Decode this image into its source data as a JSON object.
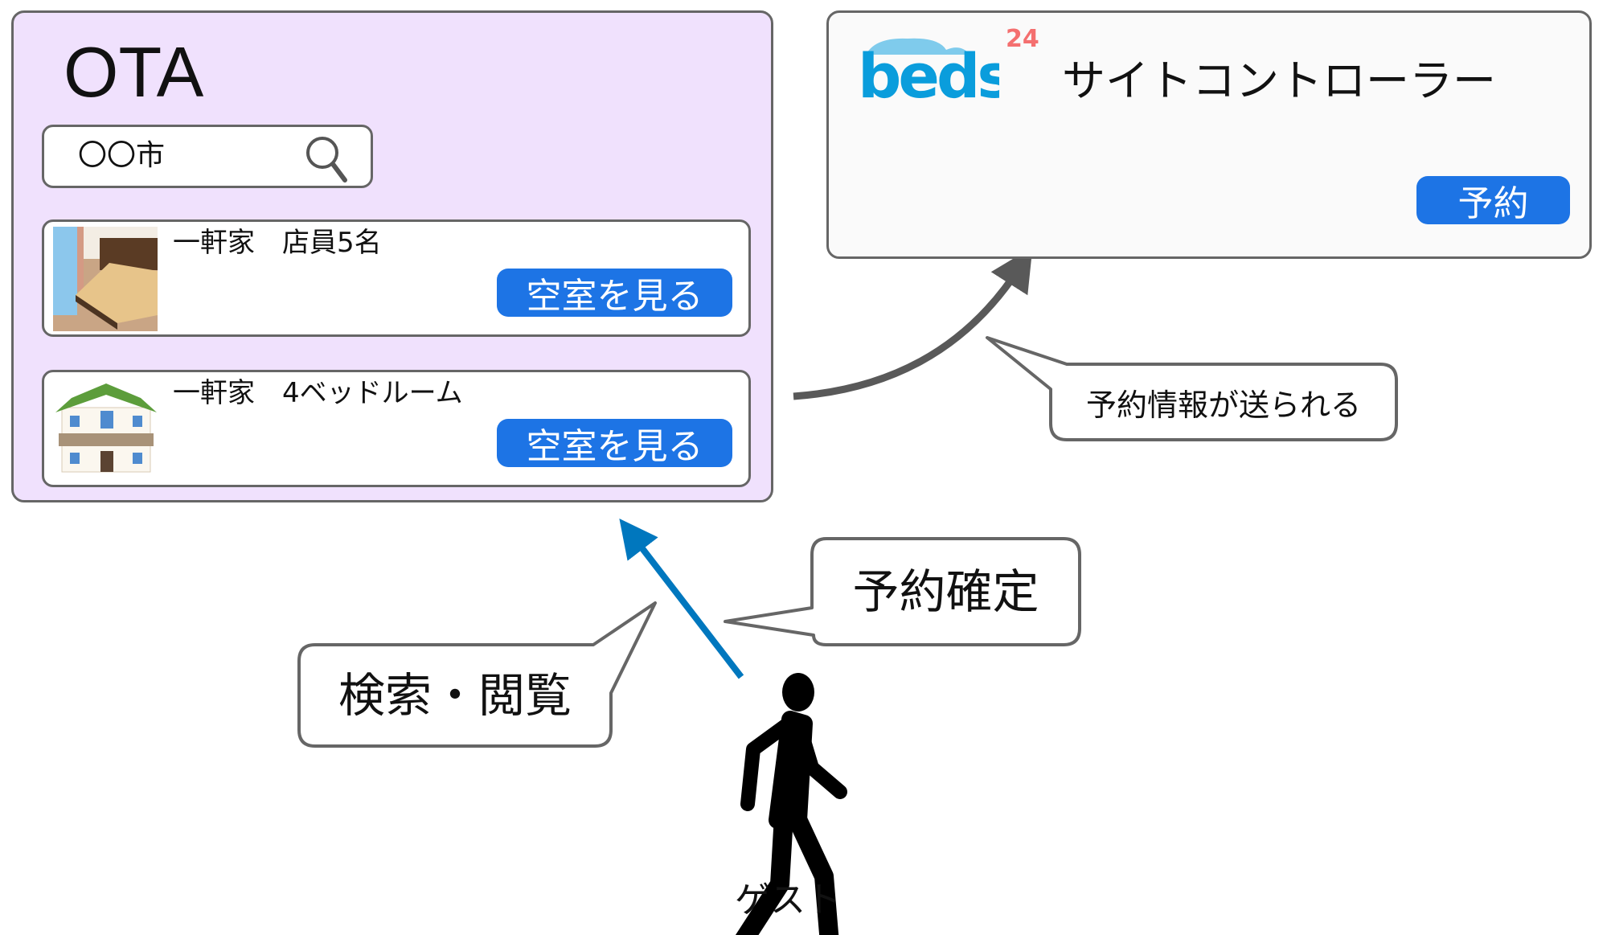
{
  "ota": {
    "title": "OTA",
    "search": {
      "value": "〇〇市",
      "icon": "search-icon"
    },
    "listings": [
      {
        "title": "一軒家　店員5名",
        "button": "空室を見る",
        "image": "bedroom"
      },
      {
        "title": "一軒家　4ベッドルーム",
        "button": "空室を見る",
        "image": "house"
      }
    ]
  },
  "site_controller": {
    "logo_text": "beds",
    "logo_number": "24",
    "title": "サイトコントローラー",
    "reserve_button": "予約"
  },
  "callouts": {
    "sent": "予約情報が送られる",
    "browse": "検索・閲覧",
    "confirm": "予約確定"
  },
  "guest": {
    "label": "ゲスト"
  },
  "colors": {
    "ota_bg": "#f0e1fd",
    "button": "#1d74e5",
    "flow_arrow": "#0077be",
    "sync_arrow": "#595959",
    "logo_blue": "#0a9ddc",
    "logo_red": "#f46f6f"
  }
}
